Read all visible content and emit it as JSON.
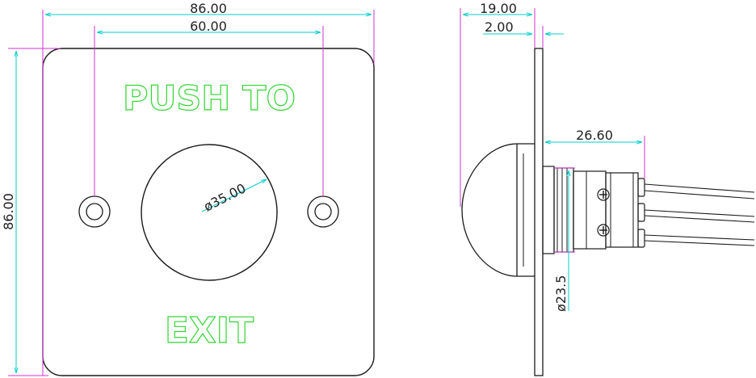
{
  "front_view": {
    "label_top": "PUSH TO",
    "label_bottom": "EXIT",
    "dim_width": "86.00",
    "dim_hole_spacing": "60.00",
    "dim_height": "86.00",
    "dim_button_diameter": "ø35.00"
  },
  "side_view": {
    "dim_depth": "19.00",
    "dim_plate_thickness": "2.00",
    "dim_body_length": "26.60",
    "dim_body_diameter": "ø23.5"
  },
  "colors": {
    "outline": "#1a1a1a",
    "dimension": "#00cccc",
    "extension": "#cc33cc",
    "label": "#33d633"
  }
}
